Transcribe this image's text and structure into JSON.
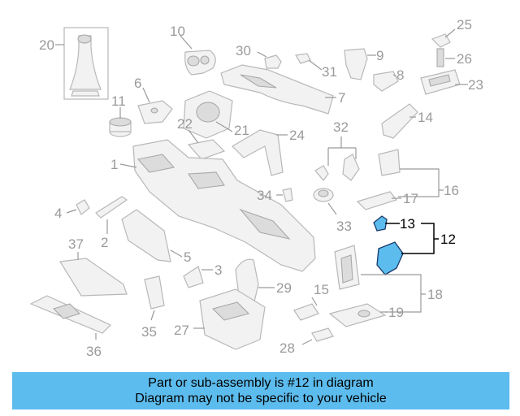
{
  "highlight_color": "#5cbcee",
  "part_fill_color": "#f2f2f2",
  "part_stroke_color": "#b8b8b8",
  "callouts": {
    "c1": "1",
    "c2": "2",
    "c3": "3",
    "c4": "4",
    "c5": "5",
    "c6": "6",
    "c7": "7",
    "c8": "8",
    "c9": "9",
    "c10": "10",
    "c11": "11",
    "c12": "12",
    "c13": "13",
    "c14": "14",
    "c15": "15",
    "c16": "16",
    "c17": "17",
    "c18": "18",
    "c19": "19",
    "c20": "20",
    "c21": "21",
    "c22": "22",
    "c23": "23",
    "c24": "24",
    "c25": "25",
    "c26": "26",
    "c27": "27",
    "c28": "28",
    "c29": "29",
    "c30": "30",
    "c31": "31",
    "c32": "32",
    "c33": "33",
    "c34": "34",
    "c35": "35",
    "c36": "36",
    "c37": "37"
  },
  "caption": {
    "line1": "Part or sub-assembly is #12 in diagram",
    "line2": "Diagram may not be specific to your vehicle"
  }
}
